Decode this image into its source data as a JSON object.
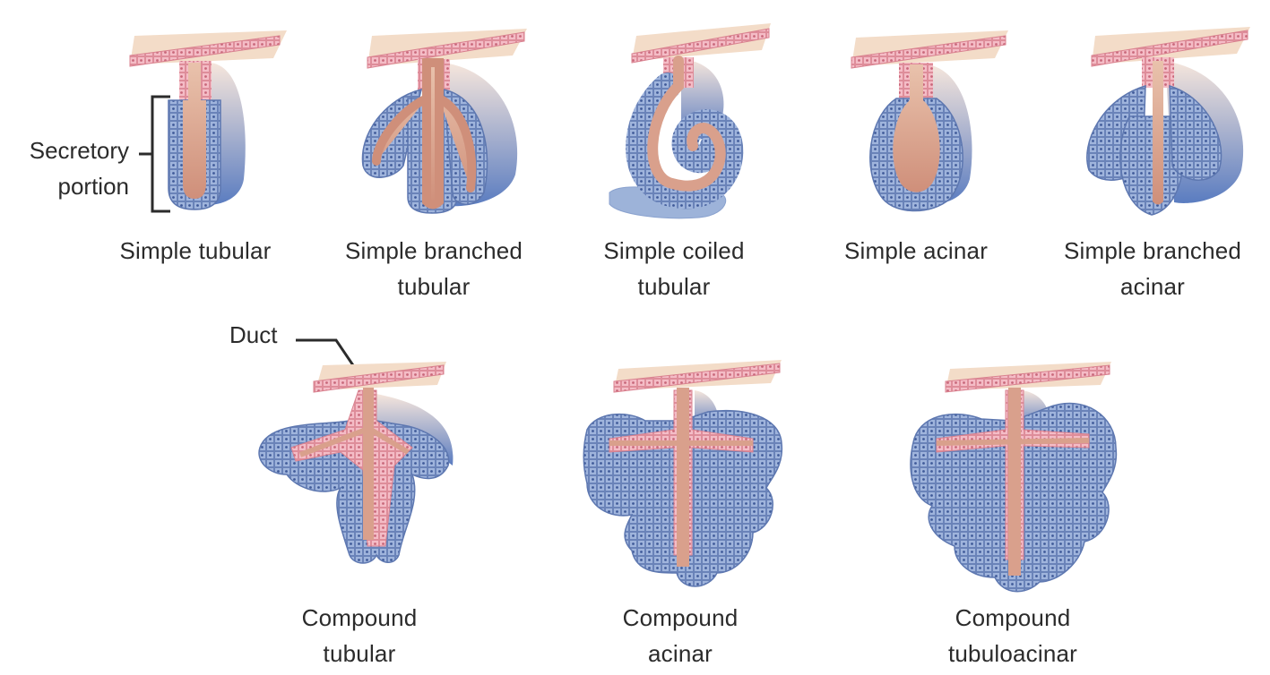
{
  "title": "",
  "annotations": {
    "secretory_line1": "Secretory",
    "secretory_line2": "portion",
    "duct": "Duct"
  },
  "glands": [
    {
      "line1": "Simple tubular",
      "line2": ""
    },
    {
      "line1": "Simple branched",
      "line2": "tubular"
    },
    {
      "line1": "Simple coiled",
      "line2": "tubular"
    },
    {
      "line1": "Simple acinar",
      "line2": ""
    },
    {
      "line1": "Simple branched",
      "line2": "acinar"
    },
    {
      "line1": "Compound",
      "line2": "tubular"
    },
    {
      "line1": "Compound",
      "line2": "acinar"
    },
    {
      "line1": "Compound",
      "line2": "tubuloacinar"
    }
  ],
  "colors": {
    "surface": "#f3dcc8",
    "epithelium_pink": "#f2b3bd",
    "secretory_blue": "#9db3d9",
    "secretory_blue_dark": "#5f7fbf",
    "lumen": "#d9a08c",
    "text": "#2b2b2b"
  }
}
